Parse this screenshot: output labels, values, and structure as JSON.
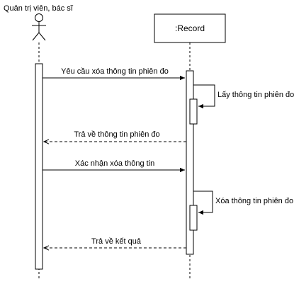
{
  "diagram": {
    "type": "uml-sequence",
    "actor": {
      "label": "Quản trị viên, bác sĩ"
    },
    "object": {
      "label": ":Record"
    },
    "messages": [
      {
        "id": "m1",
        "label": "Yêu cầu xóa thông tin phiên đo",
        "from": "actor",
        "to": "object",
        "kind": "sync"
      },
      {
        "id": "m2",
        "label": "Lấy thông tin phiên đo",
        "from": "object",
        "to": "object",
        "kind": "self"
      },
      {
        "id": "m3",
        "label": "Trả về thông tin phiên đo",
        "from": "object",
        "to": "actor",
        "kind": "return"
      },
      {
        "id": "m4",
        "label": "Xác nhận xóa thông tin",
        "from": "actor",
        "to": "object",
        "kind": "sync"
      },
      {
        "id": "m5",
        "label": "Xóa thông tin phiên đo",
        "from": "object",
        "to": "object",
        "kind": "self"
      },
      {
        "id": "m6",
        "label": "Trả về kết quả",
        "from": "object",
        "to": "actor",
        "kind": "return"
      }
    ],
    "colors": {
      "line": "#000000",
      "dashed_return": "#000000",
      "activation_fill": "#ffffff",
      "background": "#ffffff"
    }
  }
}
